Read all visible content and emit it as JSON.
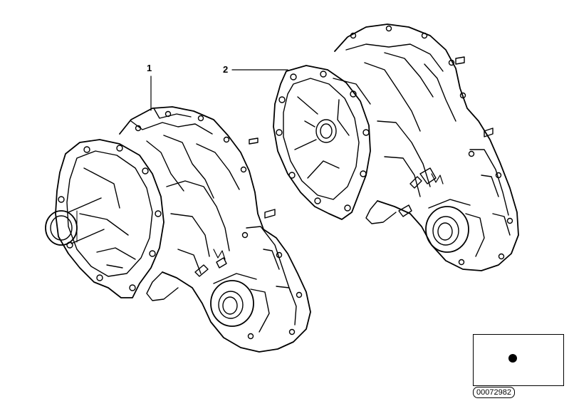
{
  "callouts": {
    "part_1": "1",
    "part_2": "2"
  },
  "inset": {
    "description_icon": "car-location-marker-icon"
  },
  "catalog_number": "00072982",
  "colors": {
    "line": "#000000",
    "background": "#ffffff"
  }
}
